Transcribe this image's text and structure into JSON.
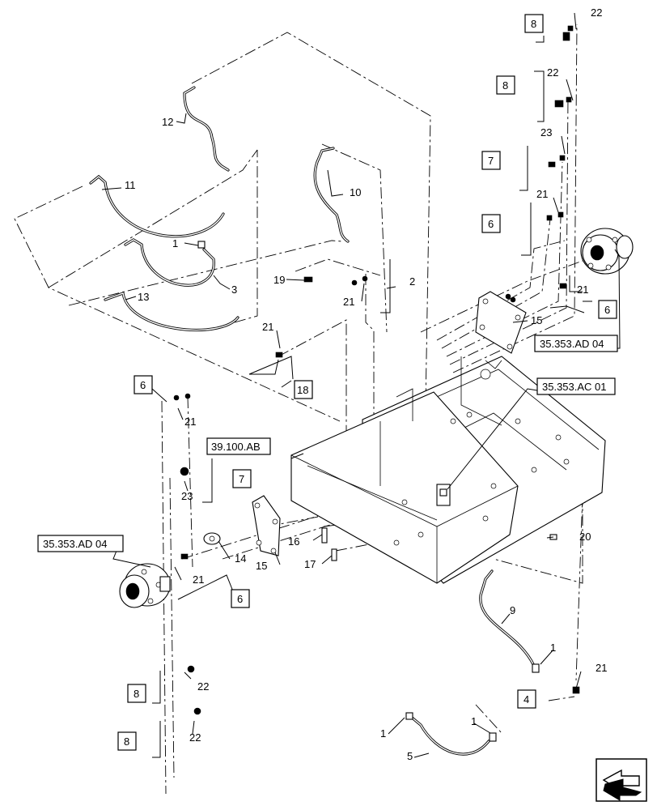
{
  "callouts": {
    "c1a": "1",
    "c1b": "1",
    "c1c": "1",
    "c1d": "1",
    "c2": "2",
    "c3": "3",
    "c4": "4",
    "c5": "5",
    "c6a": "6",
    "c6b": "6",
    "c6c": "6",
    "c6d": "6",
    "c7a": "7",
    "c7b": "7",
    "c8a": "8",
    "c8b": "8",
    "c8c": "8",
    "c8d": "8",
    "c9": "9",
    "c10": "10",
    "c11": "11",
    "c12": "12",
    "c13": "13",
    "c14": "14",
    "c15a": "15",
    "c15b": "15",
    "c16": "16",
    "c17": "17",
    "c18": "18",
    "c19": "19",
    "c20": "20",
    "c21a": "21",
    "c21b": "21",
    "c21c": "21",
    "c21d": "21",
    "c21e": "21",
    "c21f": "21",
    "c21g": "21",
    "c22a": "22",
    "c22b": "22",
    "c22c": "22",
    "c22d": "22",
    "c23a": "23",
    "c23b": "23"
  },
  "references": {
    "motor_right": "35.353.AD 04",
    "motor_left": "35.353.AD 04",
    "valve": "35.353.AC 01",
    "chassis": "39.100.AB"
  },
  "nav_icon": "next-page-arrow-icon"
}
